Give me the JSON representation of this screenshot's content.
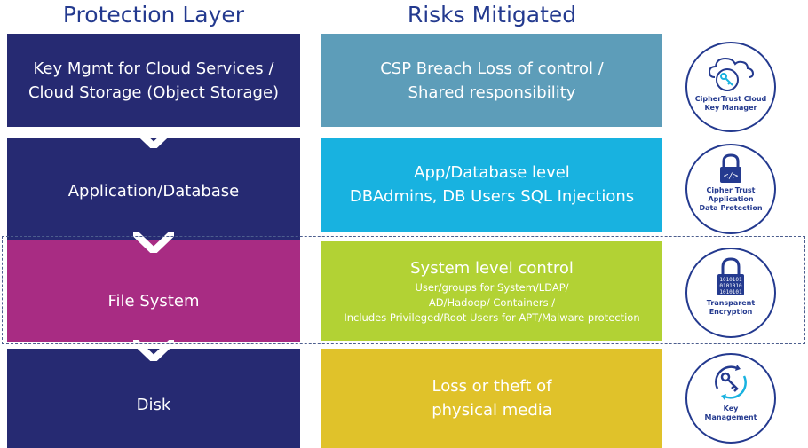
{
  "headers": {
    "left": "Protection Layer",
    "right": "Risks Mitigated"
  },
  "layers": [
    {
      "label_line1": "Key Mgmt for Cloud Services /",
      "label_line2": "Cloud Storage (Object Storage)",
      "color": "#262a72"
    },
    {
      "label_line1": "Application/Database",
      "label_line2": "",
      "color": "#262a72"
    },
    {
      "label_line1": "File System",
      "label_line2": "",
      "color": "#a82c83"
    },
    {
      "label_line1": "Disk",
      "label_line2": "",
      "color": "#262a72"
    }
  ],
  "risks": [
    {
      "line1": "CSP Breach Loss of control /",
      "line2": "Shared responsibility",
      "color": "#5d9db9"
    },
    {
      "line1": "App/Database level",
      "line2": "DBAdmins, DB Users SQL Injections",
      "color": "#18b2e0"
    },
    {
      "line1": "System level control",
      "sub1": "User/groups for System/LDAP/",
      "sub2": "AD/Hadoop/ Containers /",
      "sub3": "Includes Privileged/Root Users for APT/Malware protection",
      "color": "#b2d234"
    },
    {
      "line1": "Loss or theft of",
      "line2": "physical media",
      "color": "#e0c22a"
    }
  ],
  "badges": [
    {
      "line1": "CipherTrust Cloud",
      "line2": "Key Manager",
      "line3": "",
      "icon": "cloud-key-icon"
    },
    {
      "line1": "Cipher Trust",
      "line2": "Application",
      "line3": "Data Protection",
      "icon": "code-lock-icon"
    },
    {
      "line1": "Transparent",
      "line2": "Encryption",
      "line3": "",
      "icon": "binary-lock-icon"
    },
    {
      "line1": "Key",
      "line2": "Management",
      "line3": "",
      "icon": "key-cycle-icon"
    }
  ],
  "binary_text": {
    "row1": "1010101",
    "row2": "0101010",
    "row3": "1010101"
  },
  "colors": {
    "accent": "#243a8f",
    "chevron": "#ffffff",
    "dash": "#4d5e8e"
  }
}
